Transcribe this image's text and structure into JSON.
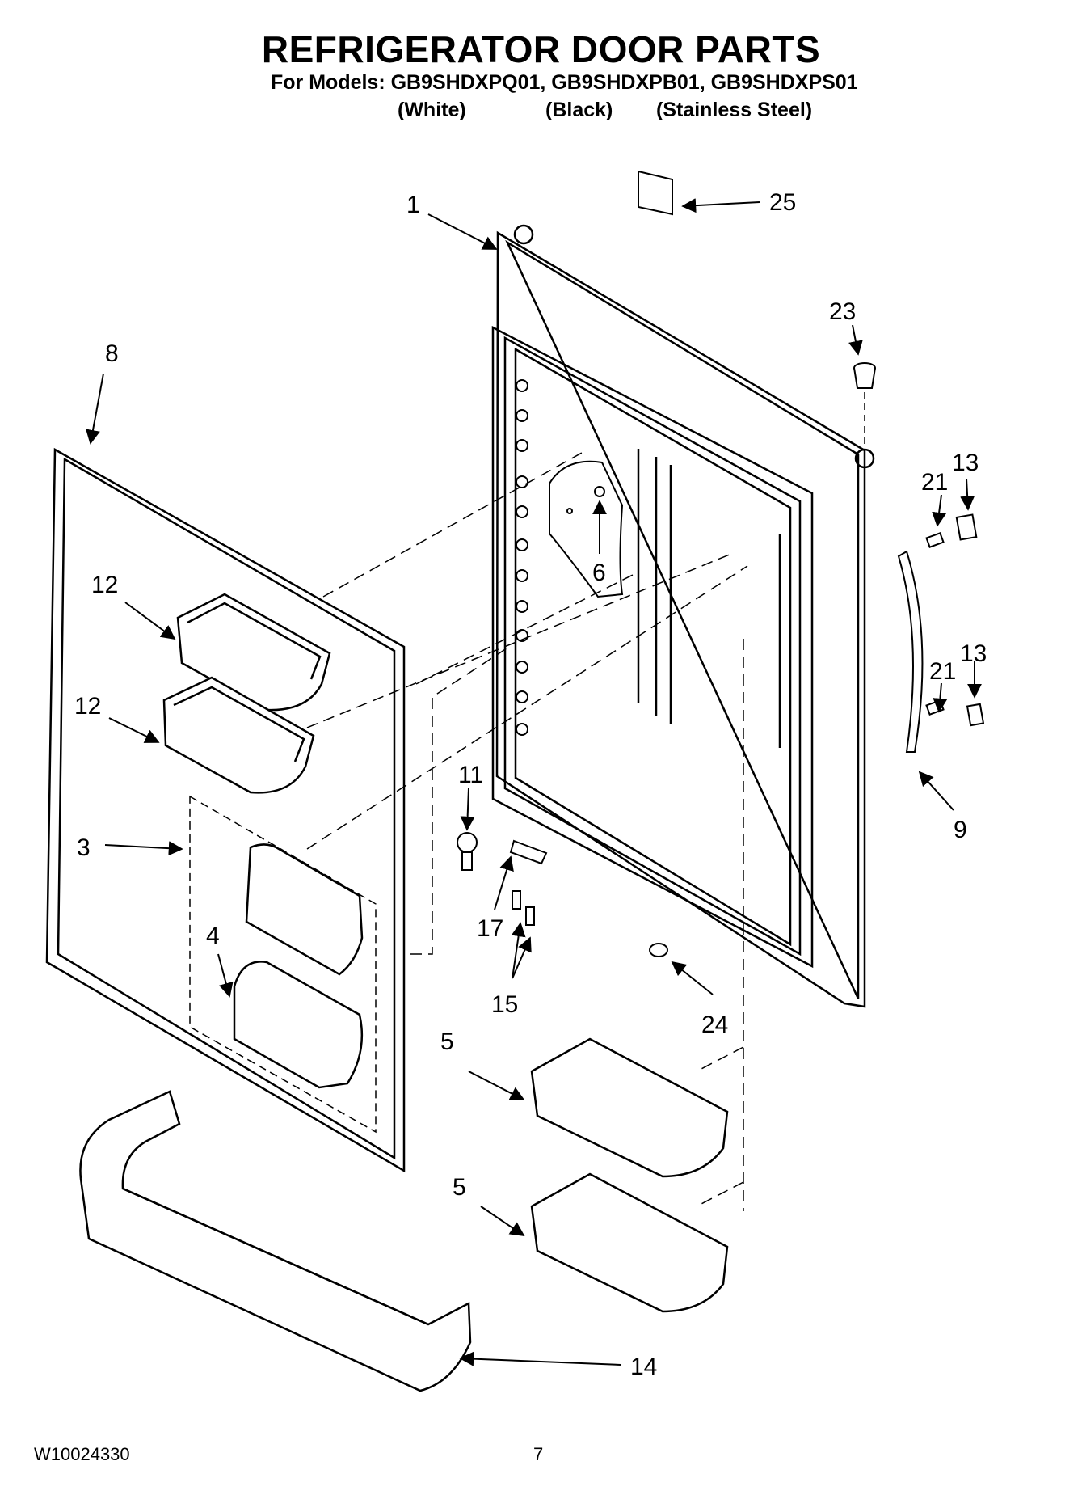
{
  "header": {
    "title": "REFRIGERATOR DOOR PARTS",
    "models": "For Models: GB9SHDXPQ01, GB9SHDXPB01, GB9SHDXPS01",
    "colors": [
      "(White)",
      "(Black)",
      "(Stainless Steel)"
    ]
  },
  "callouts": [
    "1",
    "25",
    "23",
    "8",
    "13",
    "21",
    "12",
    "6",
    "12",
    "13",
    "21",
    "11",
    "9",
    "3",
    "17",
    "4",
    "15",
    "24",
    "5",
    "5",
    "14"
  ],
  "footer": {
    "doc_number": "W10024330",
    "page_number": "7"
  }
}
